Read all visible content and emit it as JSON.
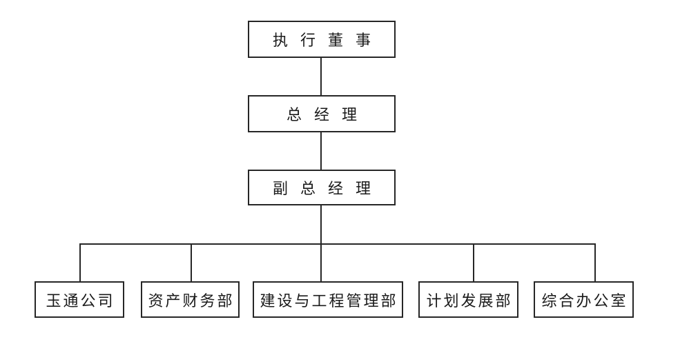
{
  "diagram": {
    "type": "org-chart",
    "chain": [
      {
        "id": "executive-director",
        "label": "执行董事"
      },
      {
        "id": "general-manager",
        "label": "总经理"
      },
      {
        "id": "deputy-general-manager",
        "label": "副总经理"
      }
    ],
    "departments": [
      {
        "id": "yutong-company",
        "label": "玉通公司",
        "parent": "deputy-general-manager"
      },
      {
        "id": "asset-finance-department",
        "label": "资产财务部",
        "parent": "deputy-general-manager"
      },
      {
        "id": "construction-engineering-management-department",
        "label": "建设与工程管理部",
        "parent": "deputy-general-manager"
      },
      {
        "id": "planning-development-department",
        "label": "计划发展部",
        "parent": "deputy-general-manager"
      },
      {
        "id": "general-office",
        "label": "综合办公室",
        "parent": "deputy-general-manager"
      }
    ],
    "colors": {
      "line": "#262626",
      "box_border": "#262626",
      "box_background": "#ffffff",
      "page_background": "#ffffff",
      "text": "#1a1a1a"
    }
  }
}
